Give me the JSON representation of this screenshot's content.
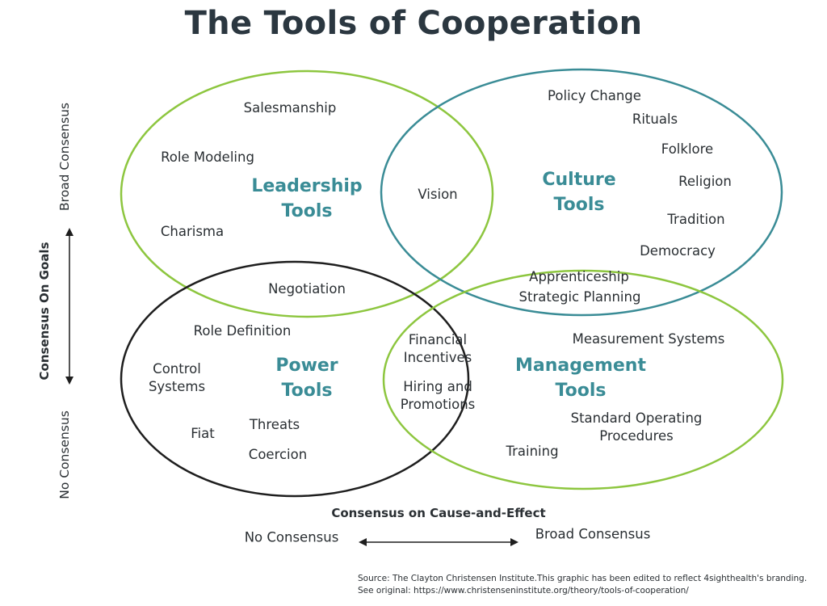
{
  "title": "The Tools of Cooperation",
  "colors": {
    "leadership": "#8dc63f",
    "culture": "#3a8c96",
    "power": "#1e1e1e",
    "management": "#8dc63f",
    "group_text": "#3a8c96"
  },
  "groups": {
    "leadership": "Leadership\nTools",
    "culture": "Culture\nTools",
    "power": "Power\nTools",
    "management": "Management\nTools"
  },
  "items": {
    "salesmanship": "Salesmanship",
    "role_modeling": "Role Modeling",
    "charisma": "Charisma",
    "vision": "Vision",
    "policy_change": "Policy Change",
    "rituals": "Rituals",
    "folklore": "Folklore",
    "religion": "Religion",
    "tradition": "Tradition",
    "democracy": "Democracy",
    "negotiation": "Negotiation",
    "apprenticeship": "Apprenticeship",
    "strategic_planning": "Strategic Planning",
    "role_definition": "Role Definition",
    "control_systems": "Control\nSystems",
    "fiat": "Fiat",
    "threats": "Threats",
    "coercion": "Coercion",
    "financial_incentives": "Financial\nIncentives",
    "hiring_promotions": "Hiring and\nPromotions",
    "measurement_systems": "Measurement Systems",
    "sop": "Standard Operating\nProcedures",
    "training": "Training"
  },
  "y_axis": {
    "label": "Consensus On Goals",
    "top": "Broad Consensus",
    "bottom": "No Consensus"
  },
  "x_axis": {
    "label": "Consensus on Cause-and-Effect",
    "left": "No Consensus",
    "right": "Broad Consensus"
  },
  "source": {
    "line1": "Source: The Clayton Christensen Institute.This graphic has been edited to reflect 4sighthealth's branding.",
    "line2": "See original: https://www.christenseninstitute.org/theory/tools-of-cooperation/"
  }
}
